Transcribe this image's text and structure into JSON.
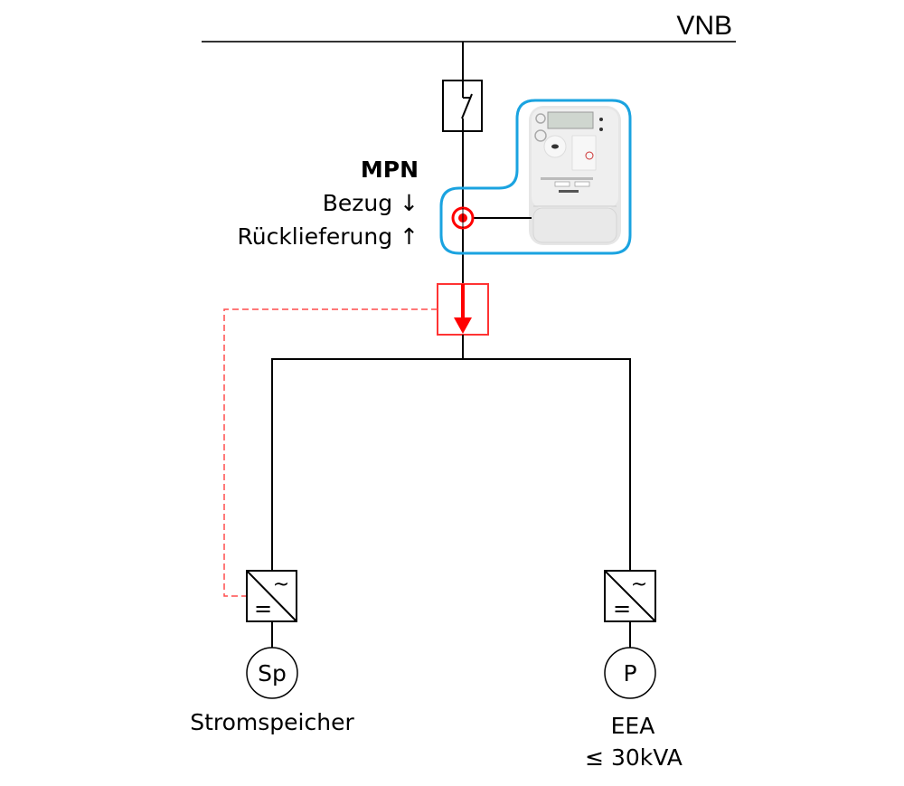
{
  "grid": {
    "label": "VNB"
  },
  "metering_point": {
    "title": "MPN",
    "import_label": "Bezug",
    "import_arrow": "↓",
    "export_label": "Rücklieferung",
    "export_arrow": "↑"
  },
  "loads": [
    {
      "symbol": "Sp",
      "name": "Stromspeicher",
      "sub": "",
      "icon": "battery-storage"
    },
    {
      "symbol": "P",
      "name": "EEA",
      "sub": "≤ 30kVA",
      "icon": "pv-generator"
    }
  ],
  "inverter_symbols": {
    "ac": "~",
    "dc": "="
  },
  "colors": {
    "line": "#000000",
    "meter_frame": "#1aa3e0",
    "control": "#ff0000",
    "control_dashed": "#ff4d4d"
  }
}
